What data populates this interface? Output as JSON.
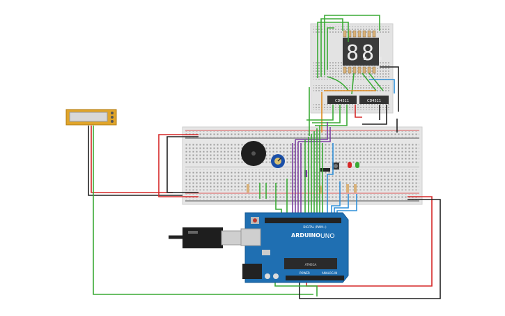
{
  "board": {
    "digital_label": "DIGITAL (PWM~)",
    "logo": "ARDUINO",
    "model": "UNO",
    "power_label": "POWER",
    "analog_label": "ANALOG IN",
    "chip_label": "ATMEGA"
  },
  "ic_left": {
    "label": "CD4511"
  },
  "ic_right": {
    "label": "CD4511"
  },
  "display": {
    "digits": [
      "8.",
      "8."
    ]
  },
  "colors": {
    "board_blue": "#1f6fb2",
    "wire_red": "#d62828",
    "wire_black": "#222222",
    "wire_green": "#3aaa35",
    "wire_purple": "#7b3fa0",
    "wire_blue": "#2f8fd8",
    "wire_orange": "#e08a1e",
    "breadboard": "#e6e6e6",
    "lcd_frame": "#e0a52a"
  },
  "icons": {
    "buzzer": "buzzer-icon",
    "potentiometer": "potentiometer-icon",
    "usb": "usb-cable-icon",
    "pushbutton": "pushbutton-icon"
  }
}
